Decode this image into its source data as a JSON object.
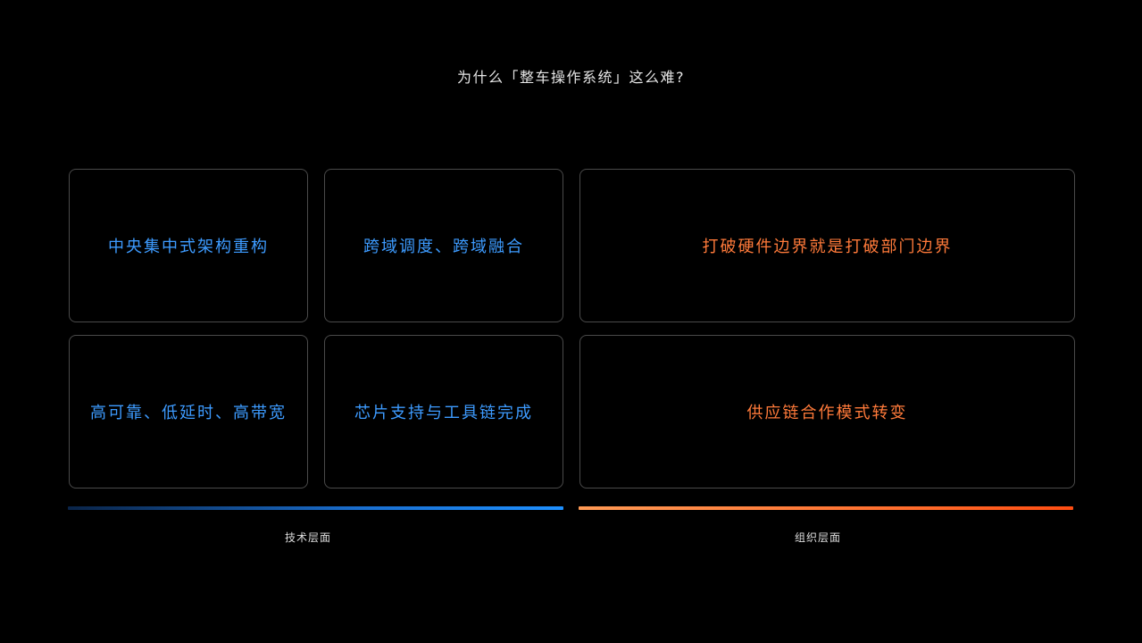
{
  "title": "为什么「整车操作系统」这么难?",
  "tech": {
    "label": "技术层面",
    "color": "#3d9bff",
    "cards": [
      "中央集中式架构重构",
      "跨域调度、跨域融合",
      "高可靠、低延时、高带宽",
      "芯片支持与工具链完成"
    ]
  },
  "org": {
    "label": "组织层面",
    "color": "#ff7a3a",
    "cards": [
      "打破硬件边界就是打破部门边界",
      "供应链合作模式转变"
    ]
  }
}
